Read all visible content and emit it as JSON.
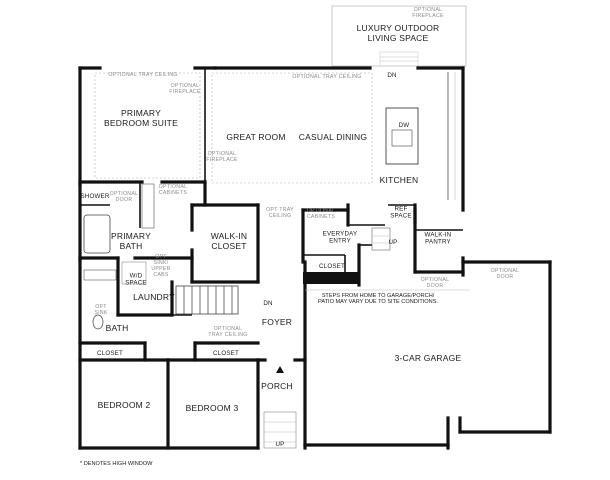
{
  "rooms": {
    "outdoor": "LUXURY OUTDOOR\nLIVING SPACE",
    "primary_suite": "PRIMARY\nBEDROOM SUITE",
    "great_room": "GREAT ROOM",
    "casual_dining": "CASUAL DINING",
    "kitchen": "KITCHEN",
    "primary_bath": "PRIMARY\nBATH",
    "walk_in_closet": "WALK-IN\nCLOSET",
    "laundry": "LAUNDRY",
    "bath": "BATH",
    "foyer": "FOYER",
    "porch": "PORCH",
    "bedroom2": "BEDROOM 2",
    "bedroom3": "BEDROOM 3",
    "garage": "3-CAR GARAGE",
    "walk_in_pantry": "WALK-IN\nPANTRY",
    "everyday_entry": "EVERYDAY\nENTRY",
    "closet_entry": "CLOSET",
    "closet_b2": "CLOSET",
    "closet_b3": "CLOSET",
    "shower": "SHOWER",
    "wd_space": "W/D\nSPACE",
    "ref_space": "REF\nSPACE",
    "dw": "DW"
  },
  "notes": {
    "opt_fireplace_outdoor": "OPTIONAL\nFIREPLACE",
    "opt_tray_primary": "OPTIONAL TRAY CEILING",
    "opt_fireplace_primary": "OPTIONAL\nFIREPLACE",
    "opt_tray_great": "OPTIONAL TRAY CEILING",
    "opt_fireplace_great": "OPTIONAL\nFIREPLACE",
    "opt_door_bath": "OPTIONAL\nDOOR",
    "opt_cabinets_bath": "OPTIONAL\nCABINETS",
    "opt_tray_foyer_hall": "OPT TRAY\nCEILING",
    "opt_cabinets_entry": "OPTIONAL\nCABINETS",
    "opt_sink_uppers": "OPT\nSINK/\nUPPER\nCABS",
    "opt_sink_bath": "OPT\nSINK",
    "opt_tray_bed3": "OPTIONAL\nTRAY CEILING",
    "opt_door_garage": "OPTIONAL\nDOOR",
    "opt_door_pantry": "OPTIONAL\nDOOR",
    "garage_steps": "STEPS FROM HOME TO GARAGE/PORCH/\nPATIO MAY VARY DUE TO SITE CONDITIONS.",
    "high_window": "* DENOTES HIGH WINDOW"
  },
  "stairs": {
    "dn_outdoor": "DN",
    "dn_foyer": "DN",
    "up_entry": "UP",
    "up_porch": "UP"
  }
}
